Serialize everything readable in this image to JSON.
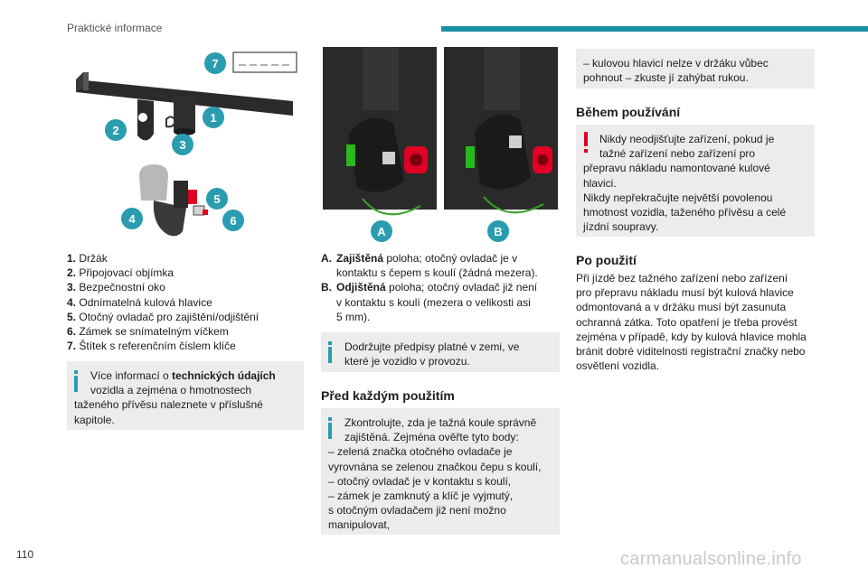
{
  "header": {
    "section_title": "Praktické informace"
  },
  "figure1": {
    "badges": [
      "7",
      "1",
      "2",
      "3",
      "5",
      "4",
      "6"
    ]
  },
  "figure2": {
    "labels": [
      "A",
      "B"
    ]
  },
  "key_list": [
    {
      "num": "1.",
      "text": "Držák"
    },
    {
      "num": "2.",
      "text": "Připojovací objímka"
    },
    {
      "num": "3.",
      "text": "Bezpečnostní oko"
    },
    {
      "num": "4.",
      "text": "Odnímatelná kulová hlavice"
    },
    {
      "num": "5.",
      "text": "Otočný ovladač pro zajištění/odjištění"
    },
    {
      "num": "6.",
      "text": "Zámek se snímatelným víčkem"
    },
    {
      "num": "7.",
      "text": "Štítek s referenčním číslem klíče"
    }
  ],
  "note_left": {
    "pre": "Více informací o ",
    "bold": "technických údajích",
    "line2": "vozidla a zejména o hmotnostech",
    "rest": "taženého přívěsu naleznete v příslušné kapitole."
  },
  "ab_list": {
    "a_label": "A.",
    "a_bold": "Zajištěná",
    "a_text1": " poloha; otočný ovladač je v",
    "a_text2": "kontaktu s čepem s koulí (žádná mezera).",
    "b_label": "B.",
    "b_bold": "Odjištěná",
    "b_text1": " poloha; otočný ovladač již není",
    "b_text2": "v kontaktu s koulí (mezera o velikosti asi",
    "b_text3": "5 mm)."
  },
  "note_mid": {
    "line1": "Dodržujte předpisy platné v zemi, ve",
    "line2": "které je vozidlo v provozu."
  },
  "section_before": {
    "title": "Před každým použitím",
    "line1": "Zkontrolujte, zda je tažná koule správně",
    "line2": "zajištěná. Zejména ověřte tyto body:",
    "line3": "–  zelená značka otočného ovladače je",
    "line4": "vyrovnána se zelenou značkou čepu s koulí,",
    "line5": "–  otočný ovladač je v kontaktu s koulí,",
    "line6": "–  zámek je zamknutý a klíč je vyjmutý,",
    "line7": "s otočným ovladačem již není možno",
    "line8": "manipulovat,"
  },
  "note_right_top": {
    "line1": "–  kulovou hlavicí nelze v držáku vůbec",
    "line2": "pohnout – zkuste jí zahýbat rukou."
  },
  "section_during": {
    "title": "Během používání",
    "line1": "Nikdy neodjišťujte zařízení, pokud je",
    "line2": "tažné zařízení nebo zařízení pro",
    "line3": "přepravu nákladu namontované kulové",
    "line4": "hlavici.",
    "line5": "Nikdy nepřekračujte největší povolenou",
    "line6": "hmotnost vozidla, taženého přívěsu a celé",
    "line7": "jízdní soupravy."
  },
  "section_after": {
    "title": "Po použití",
    "lines": [
      "Při jízdě bez tažného zařízení nebo zařízení",
      "pro přepravu nákladu musí být kulová hlavice",
      "odmontovaná a v držáku musí být zasunuta",
      "ochranná zátka. Toto opatření je třeba provést",
      "zejména v případě, kdy by kulová hlavice mohla",
      "bránit dobré viditelnosti registrační značky nebo",
      "osvětlení vozidla."
    ]
  },
  "footer": {
    "page_number": "110",
    "watermark": "carmanualsonline.info"
  },
  "colors": {
    "accent": "#1a8fa3",
    "badge": "#2a9cb0",
    "warning": "#e0002a",
    "note_bg": "#ececec"
  }
}
